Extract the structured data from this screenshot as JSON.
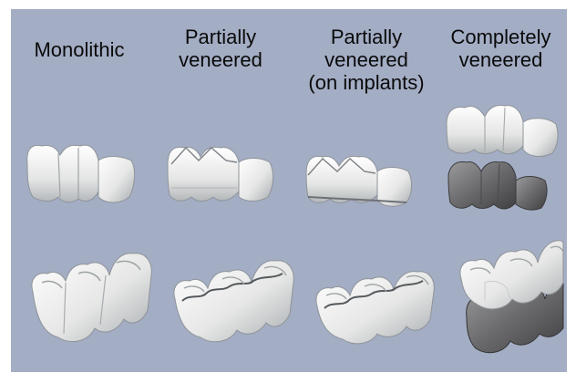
{
  "columns": [
    {
      "name": "monolithic",
      "lines": [
        "Monolithic"
      ]
    },
    {
      "name": "partially-veneered",
      "lines": [
        "Partially",
        "veneered"
      ]
    },
    {
      "name": "partially-veneered-implants",
      "lines": [
        "Partially",
        "veneered",
        "(on implants)"
      ]
    },
    {
      "name": "completely-veneered",
      "lines": [
        "Completely",
        "veneered"
      ]
    }
  ],
  "colors": {
    "background": "#a3adc4",
    "crown_light": "#f4f4f2",
    "crown_shadow": "#b8bcbf",
    "framework_dark": "#5e5e60",
    "framework_light": "#9a9a9c"
  }
}
